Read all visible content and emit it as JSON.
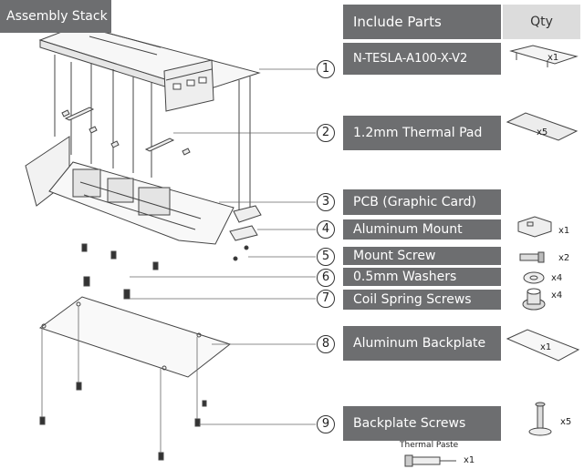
{
  "title": "Assembly Stack",
  "table_header": {
    "parts": "Include Parts",
    "qty": "Qty"
  },
  "parts": [
    {
      "number": "1",
      "name": "N-TESLA-A100-X-V2",
      "qty": "x1",
      "icon": "water-block-icon"
    },
    {
      "number": "2",
      "name": "1.2mm Thermal Pad",
      "qty": "x5",
      "icon": "thermal-pad-icon"
    },
    {
      "number": "3",
      "name": "PCB (Graphic Card)",
      "qty": "",
      "icon": ""
    },
    {
      "number": "4",
      "name": "Aluminum Mount",
      "qty": "x1",
      "icon": "aluminum-mount-icon"
    },
    {
      "number": "5",
      "name": "Mount Screw",
      "qty": "x2",
      "icon": "screw-icon"
    },
    {
      "number": "6",
      "name": "0.5mm Washers",
      "qty": "x4",
      "icon": "washer-icon"
    },
    {
      "number": "7",
      "name": "Coil Spring Screws",
      "qty": "x4",
      "icon": "coil-spring-screw-icon"
    },
    {
      "number": "8",
      "name": "Aluminum Backplate",
      "qty": "x1",
      "icon": "backplate-icon"
    },
    {
      "number": "9",
      "name": "Backplate Screws",
      "qty": "x5",
      "icon": "backplate-screw-icon"
    }
  ],
  "thermal_paste": {
    "label": "Thermal Paste",
    "qty": "x1",
    "icon": "syringe-icon"
  },
  "colors": {
    "bar": "#6d6e70",
    "qty_header_bg": "#dcdcdc",
    "line": "#333333"
  }
}
